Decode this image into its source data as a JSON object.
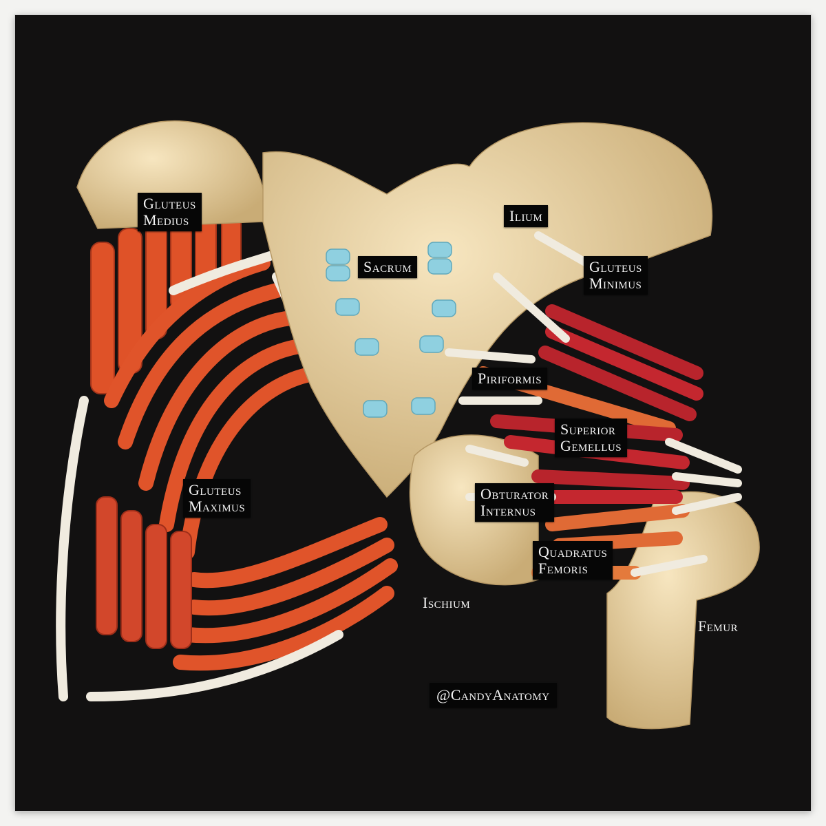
{
  "labels": {
    "gluteus_medius": [
      "Gluteus",
      "Medius"
    ],
    "sacrum": "Sacrum",
    "ilium": "Ilium",
    "gluteus_minimus": [
      "Gluteus",
      "Minimus"
    ],
    "piriformis": "Piriformis",
    "superior_gemellus": [
      "Superior",
      "Gemellus"
    ],
    "gluteus_maximus": [
      "Gluteus",
      "Maximus"
    ],
    "obturator_internus": [
      "Obturator",
      "Internus"
    ],
    "quadratus_femoris": [
      "Quadratus",
      "Femoris"
    ],
    "ischium": "Ischium",
    "femur": "Femur",
    "credit": "@CandyAnatomy"
  },
  "colors": {
    "background": "#121111",
    "bone_candy": "#e9d2a3",
    "white_candy": "#f1ece0",
    "orange_candy": "#e2542b",
    "red_candy": "#b8242c",
    "blue_candy": "#8fd0e0"
  }
}
